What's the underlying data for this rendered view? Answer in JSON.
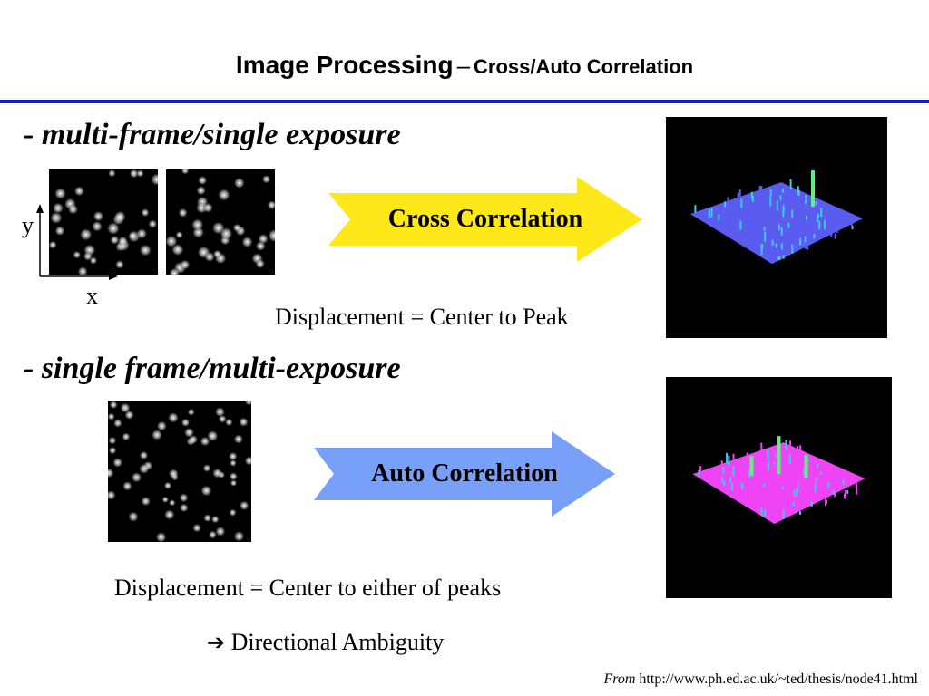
{
  "title": {
    "main": "Image Processing",
    "dash": "–",
    "sub": "Cross/Auto Correlation"
  },
  "colors": {
    "rule": "#1a1adc",
    "cross_arrow": "#ffe81a",
    "auto_arrow": "#78a0f8",
    "surface_1": "#5a5cf0",
    "surface_2": "#ee44f6"
  },
  "section1": {
    "heading": "- multi-frame/single exposure",
    "axis_y": "y",
    "axis_x": "x",
    "arrow_label": "Cross Correlation",
    "caption": "Displacement = Center to Peak"
  },
  "section2": {
    "heading": "- single frame/multi-exposure",
    "arrow_label": "Auto Correlation",
    "caption": "Displacement = Center to either of peaks",
    "ambiguity": "Directional Ambiguity",
    "ambiguity_icon": "right-arrow-icon"
  },
  "footer": {
    "from": "From",
    "url": "http://www.ph.ed.ac.uk/~ted/thesis/node41.html"
  }
}
